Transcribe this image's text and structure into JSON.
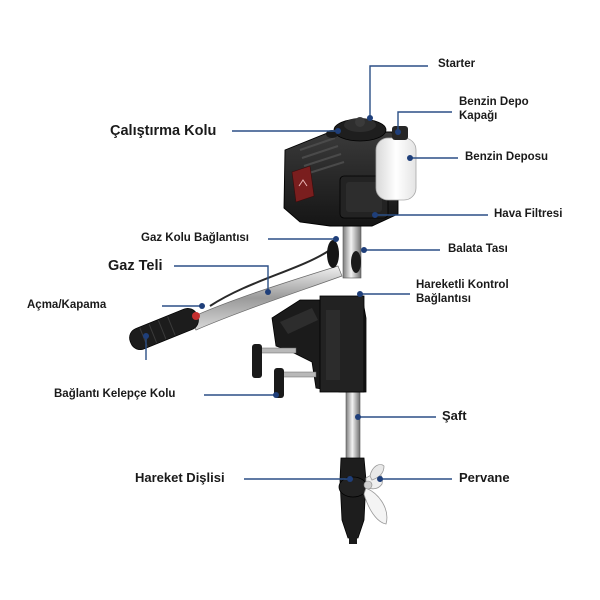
{
  "diagram": {
    "leader_color": "#2b4f86",
    "dot_color": "#1f3f7a",
    "labels": {
      "starter": "Starter",
      "benzin_depo_kapagi_line1": "Benzin Depo",
      "benzin_depo_kapagi_line2": "Kapağı",
      "benzin_deposu": "Benzin Deposu",
      "hava_filtresi": "Hava Filtresi",
      "balata_tasi": "Balata Tası",
      "hareketli_kontrol_line1": "Hareketli Kontrol",
      "hareketli_kontrol_line2": "Bağlantısı",
      "saft": "Şaft",
      "pervane": "Pervane",
      "calistirma_kolu": "Çalıştırma Kolu",
      "gaz_kolu_baglantisi": "Gaz Kolu Bağlantısı",
      "gaz_teli": "Gaz Teli",
      "acma_kapama": "Açma/Kapama",
      "baglanti_kelepce_kolu": "Bağlantı Kelepçe Kolu",
      "hareket_dislisi": "Hareket Dişlisi"
    }
  }
}
